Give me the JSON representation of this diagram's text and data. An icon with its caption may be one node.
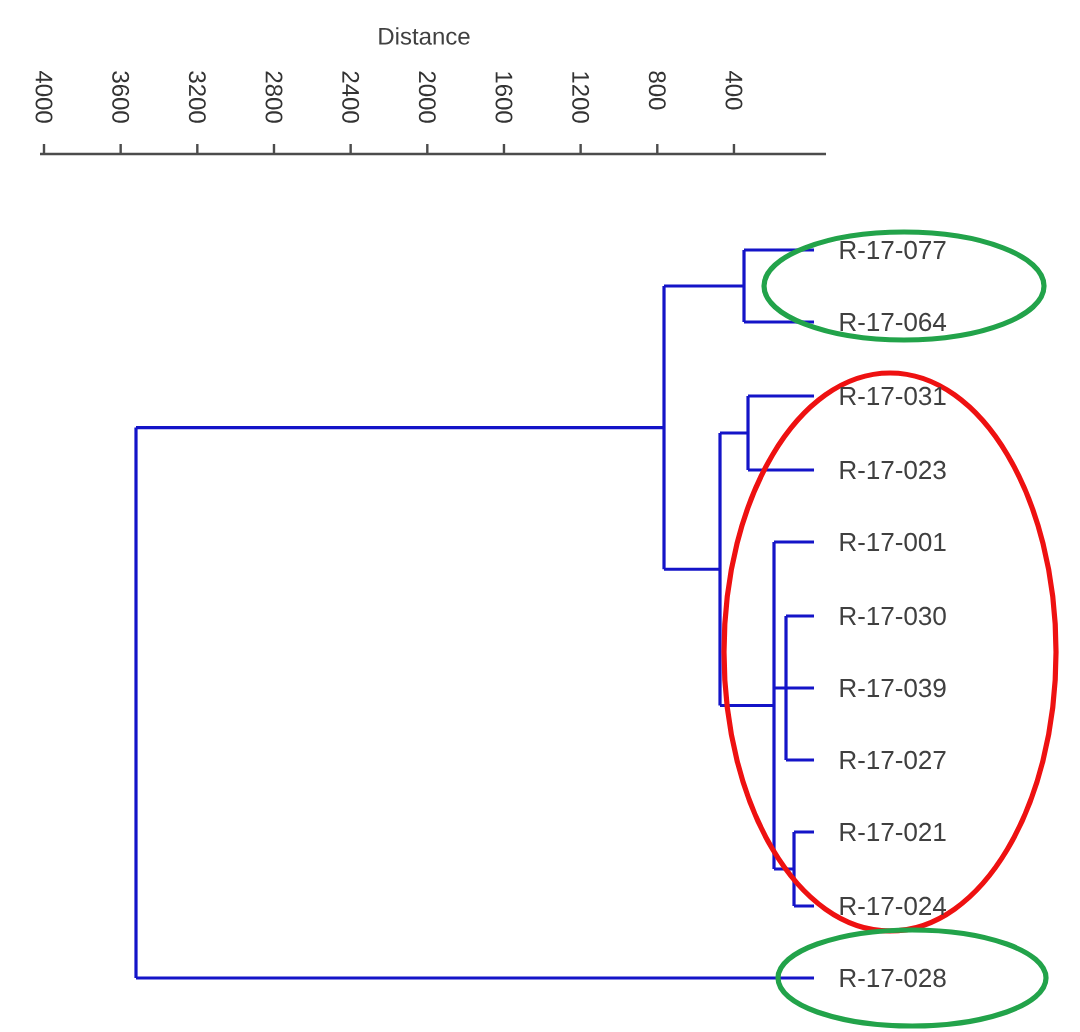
{
  "diagram": {
    "nodes": [
      {
        "text": [],
        "shape": "ellipse"
      },
      {
        "text": [
          "R-17-077"
        ],
        "in": 0
      },
      {
        "text": [
          "R-17-064"
        ],
        "in": 0
      },
      {
        "text": [],
        "shape": "ellipse"
      },
      {
        "text": [
          "R-17-031"
        ],
        "in": 3
      },
      {
        "text": [
          "R-17-023"
        ],
        "in": 3
      },
      {
        "text": [
          "R-17-001"
        ],
        "in": 3
      },
      {
        "text": [
          "R-17-030"
        ],
        "in": 3
      },
      {
        "text": [
          "R-17-039"
        ],
        "in": 3
      },
      {
        "text": [
          "R-17-027"
        ],
        "in": 3
      },
      {
        "text": [
          "R-17-021"
        ],
        "in": 3
      },
      {
        "text": [
          "R-17-024"
        ],
        "in": 3
      },
      {
        "text": [],
        "shape": "ellipse"
      },
      {
        "text": [
          "R-17-028"
        ],
        "in": 12
      }
    ],
    "labels": [
      "Distance",
      "4000",
      "3600",
      "3200",
      "2800",
      "2400",
      "2000",
      "1600",
      "1200",
      "800",
      "400"
    ]
  }
}
